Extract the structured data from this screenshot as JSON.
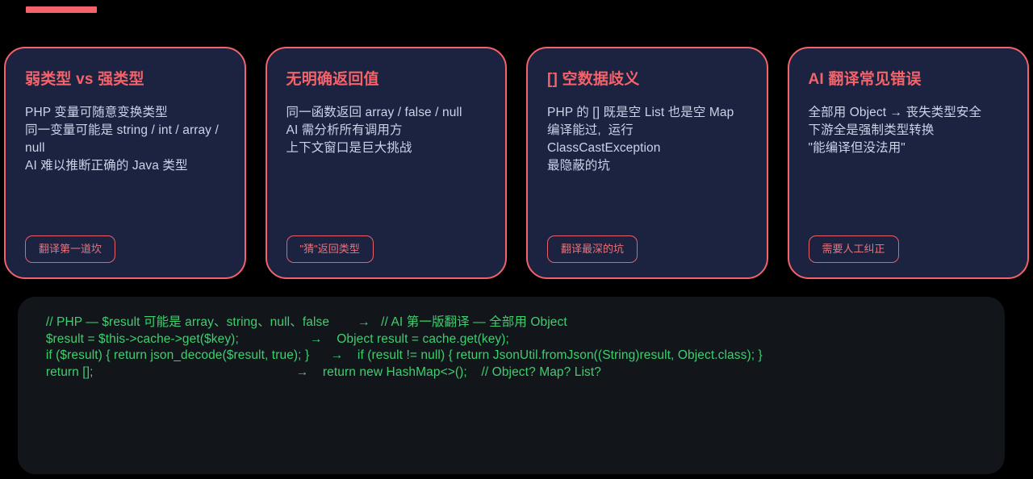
{
  "theme": {
    "background": "#000000",
    "accent": "#f4626a",
    "card_background": "#1b2340",
    "card_text": "#ccd2e8",
    "code_background": "#12161b",
    "code_text": "#3ecf6e"
  },
  "top_bar": {
    "label": ""
  },
  "cards": [
    {
      "title": "弱类型 vs 强类型",
      "body": "PHP 变量可随意变换类型\n同一变量可能是 string / int / array / null\nAI 难以推断正确的 Java 类型",
      "badge": "翻译第一道坎"
    },
    {
      "title": "无明确返回值",
      "body": "同一函数返回 array / false / null\nAI 需分析所有调用方\n上下文窗口是巨大挑战",
      "badge": "\"猜\"返回类型"
    },
    {
      "title": "[] 空数据歧义",
      "body": "PHP 的 [] 既是空 List 也是空 Map\n编译能过,  运行 ClassCastException\n最隐蔽的坑",
      "badge": "翻译最深的坑"
    },
    {
      "title": "AI 翻译常见错误",
      "body": "全部用 Object → 丧失类型安全\n下游全是强制类型转换\n\"能编译但没法用\"",
      "badge": "需要人工纠正"
    }
  ],
  "code_block": {
    "lines": [
      "  // PHP — $result 可能是 array、string、null、false        →   // AI 第一版翻译 — 全部用 Object",
      "  $result = $this->cache->get($key);                    →    Object result = cache.get(key);",
      "  if ($result) { return json_decode($result, true); }      →    if (result != null) { return JsonUtil.fromJson((String)result, Object.class); }",
      "  return [];                                                         →    return new HashMap<>();    // Object? Map? List?"
    ]
  }
}
